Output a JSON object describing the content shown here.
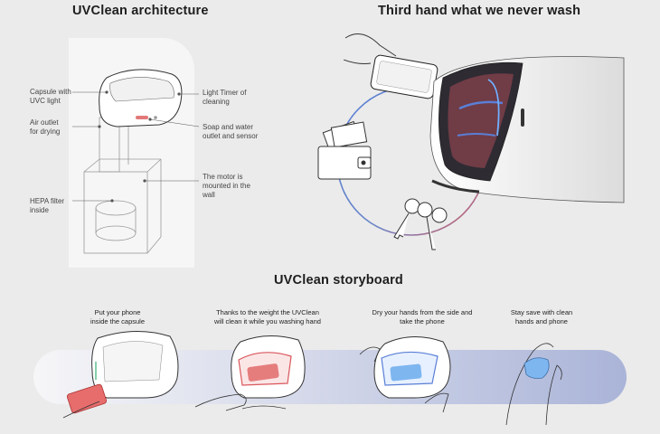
{
  "titles": {
    "architecture": "UVClean architecture",
    "third_hand": "Third hand what we never wash",
    "storyboard": "UVClean storyboard"
  },
  "architecture_labels": {
    "capsule": "Capsule with\nUVC light",
    "air_outlet": "Air outlet\nfor drying",
    "hepa": "HEPA filter\ninside",
    "light_timer": "Light Timer of\ncleaning",
    "soap": "Soap and water\noutlet and sensor",
    "motor": "The motor is\nmounted in the\nwall"
  },
  "storyboard_steps": [
    {
      "caption": "Put your phone\ninside the capsule"
    },
    {
      "caption": "Thanks to the weight the UVClean\nwill clean it while you washing hand"
    },
    {
      "caption": "Dry your hands from the side and\ntake the phone"
    },
    {
      "caption": "Stay save with clean\nhands and phone"
    }
  ],
  "colors": {
    "background": "#ebebeb",
    "panel": "#f7f7f7",
    "uv_blue": "#5a7fd6",
    "uv_red": "#d9585d",
    "band_start": "#f6f6f8",
    "band_end": "#aab4d8"
  },
  "icons": [
    "phone-icon",
    "wallet-icon",
    "keys-icon",
    "hand-icon",
    "capsule-icon"
  ]
}
